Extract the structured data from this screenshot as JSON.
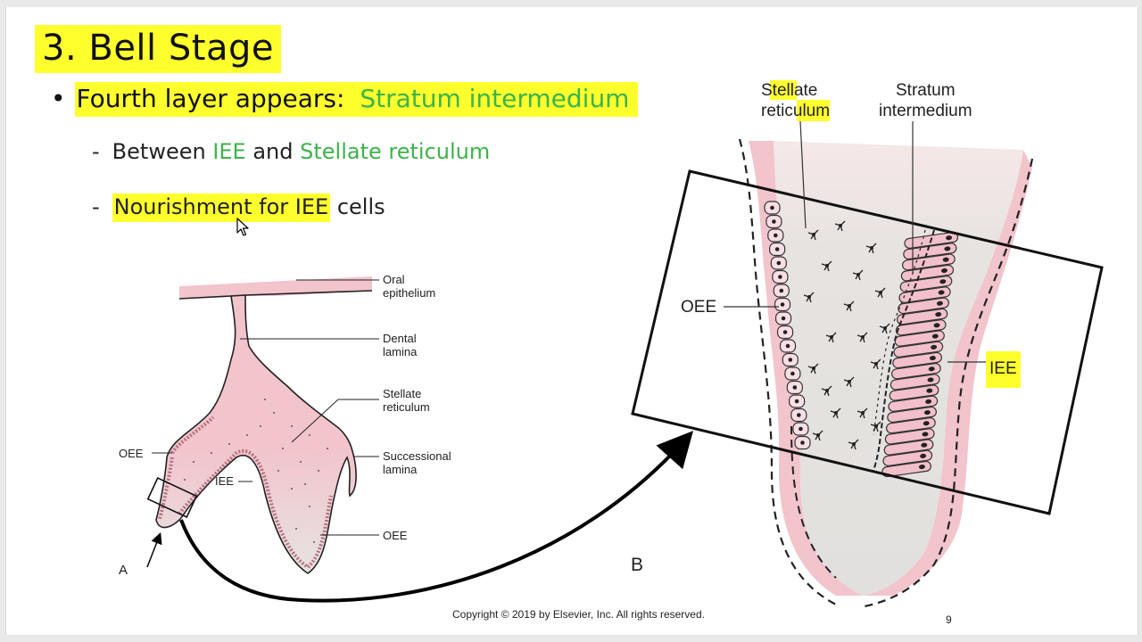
{
  "slide": {
    "title": "3. Bell Stage",
    "bullet": {
      "text_a": "Fourth layer appears: ",
      "text_b": "Stratum intermedium"
    },
    "sub1": {
      "dash": "-",
      "a": "Between ",
      "b": "IEE",
      "c": " and ",
      "d": "Stellate reticulum"
    },
    "sub2": {
      "dash": "-",
      "a": "Nourishment for IEE",
      "b": " cells"
    },
    "copyright": "Copyright © 2019 by Elsevier, Inc. All rights reserved.",
    "page_number": "9"
  },
  "figure_a": {
    "letter": "A",
    "labels": {
      "oral_epithelium": "Oral\nepithelium",
      "dental_lamina": "Dental\nlamina",
      "stellate_reticulum": "Stellate\nreticulum",
      "successional_lamina": "Successional\nlamina",
      "oee_left": "OEE",
      "iee": "IEE",
      "oee_bottom": "OEE"
    }
  },
  "figure_b": {
    "letter": "B",
    "labels": {
      "stellate_reticulum": "Stellate\nreticulum",
      "stratum_intermedium": "Stratum\nintermedium",
      "oee": "OEE",
      "iee": "IEE"
    }
  },
  "colors": {
    "highlight": "#ffff2e",
    "green_text": "#3cb34a",
    "tissue_pink": "#f2c4cc",
    "tissue_grey": "#e4e2e0"
  }
}
